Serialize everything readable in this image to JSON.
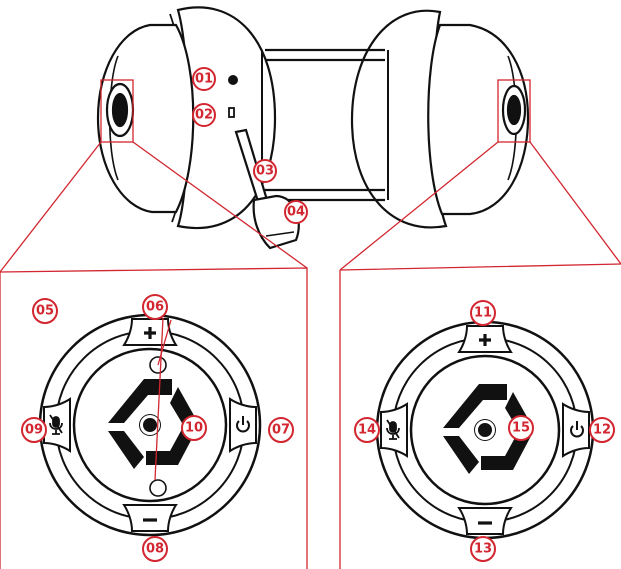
{
  "colors": {
    "accent": "#d22630",
    "ink": "#111111",
    "paper": "#ffffff"
  },
  "callouts": [
    {
      "id": "01",
      "label": "01"
    },
    {
      "id": "02",
      "label": "02"
    },
    {
      "id": "03",
      "label": "03"
    },
    {
      "id": "04",
      "label": "04"
    },
    {
      "id": "05",
      "label": "05"
    },
    {
      "id": "06",
      "label": "06"
    },
    {
      "id": "07",
      "label": "07"
    },
    {
      "id": "08",
      "label": "08"
    },
    {
      "id": "09",
      "label": "09"
    },
    {
      "id": "10",
      "label": "10"
    },
    {
      "id": "11",
      "label": "11"
    },
    {
      "id": "12",
      "label": "12"
    },
    {
      "id": "13",
      "label": "13"
    },
    {
      "id": "14",
      "label": "14"
    },
    {
      "id": "15",
      "label": "15"
    }
  ],
  "icons": {
    "plus": "plus-icon",
    "minus": "minus-icon",
    "mic_mute": "mic-mute-icon",
    "power": "power-icon",
    "logo": "brand-logo-icon"
  }
}
